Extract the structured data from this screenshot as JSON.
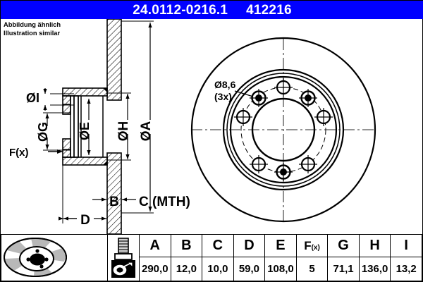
{
  "header": {
    "part_number": "24.0112-0216.1",
    "reference_number": "412216",
    "background_color": "#0000FF",
    "text_color": "#FFFFFF"
  },
  "note": {
    "line1": "Abbildung ähnlich",
    "line2": "Illustration similar"
  },
  "drawing": {
    "section_view": {
      "dimension_labels": [
        {
          "id": "I",
          "text": "ØI"
        },
        {
          "id": "G",
          "text": "ØG"
        },
        {
          "id": "E",
          "text": "ØE"
        },
        {
          "id": "H",
          "text": "ØH"
        },
        {
          "id": "A",
          "text": "ØA"
        },
        {
          "id": "Fx",
          "text": "F(x)"
        },
        {
          "id": "B",
          "text": "B"
        },
        {
          "id": "C",
          "text": "C (MTH)"
        },
        {
          "id": "D",
          "text": "D"
        }
      ]
    },
    "front_view": {
      "hole_callout_line1": "Ø8,6",
      "hole_callout_line2": "(3x)",
      "bolt_holes": 5,
      "threaded_holes": 3
    }
  },
  "table": {
    "icons": {
      "disc_icon": "brake-disc-icon",
      "bolt_icon": "bolt-icon",
      "measure_icon": "disc-measure-icon"
    },
    "headers": [
      "A",
      "B",
      "C",
      "D",
      "E",
      "F(x)",
      "G",
      "H",
      "I"
    ],
    "values": [
      "290,0",
      "12,0",
      "10,0",
      "59,0",
      "108,0",
      "5",
      "71,1",
      "136,0",
      "13,2"
    ]
  }
}
